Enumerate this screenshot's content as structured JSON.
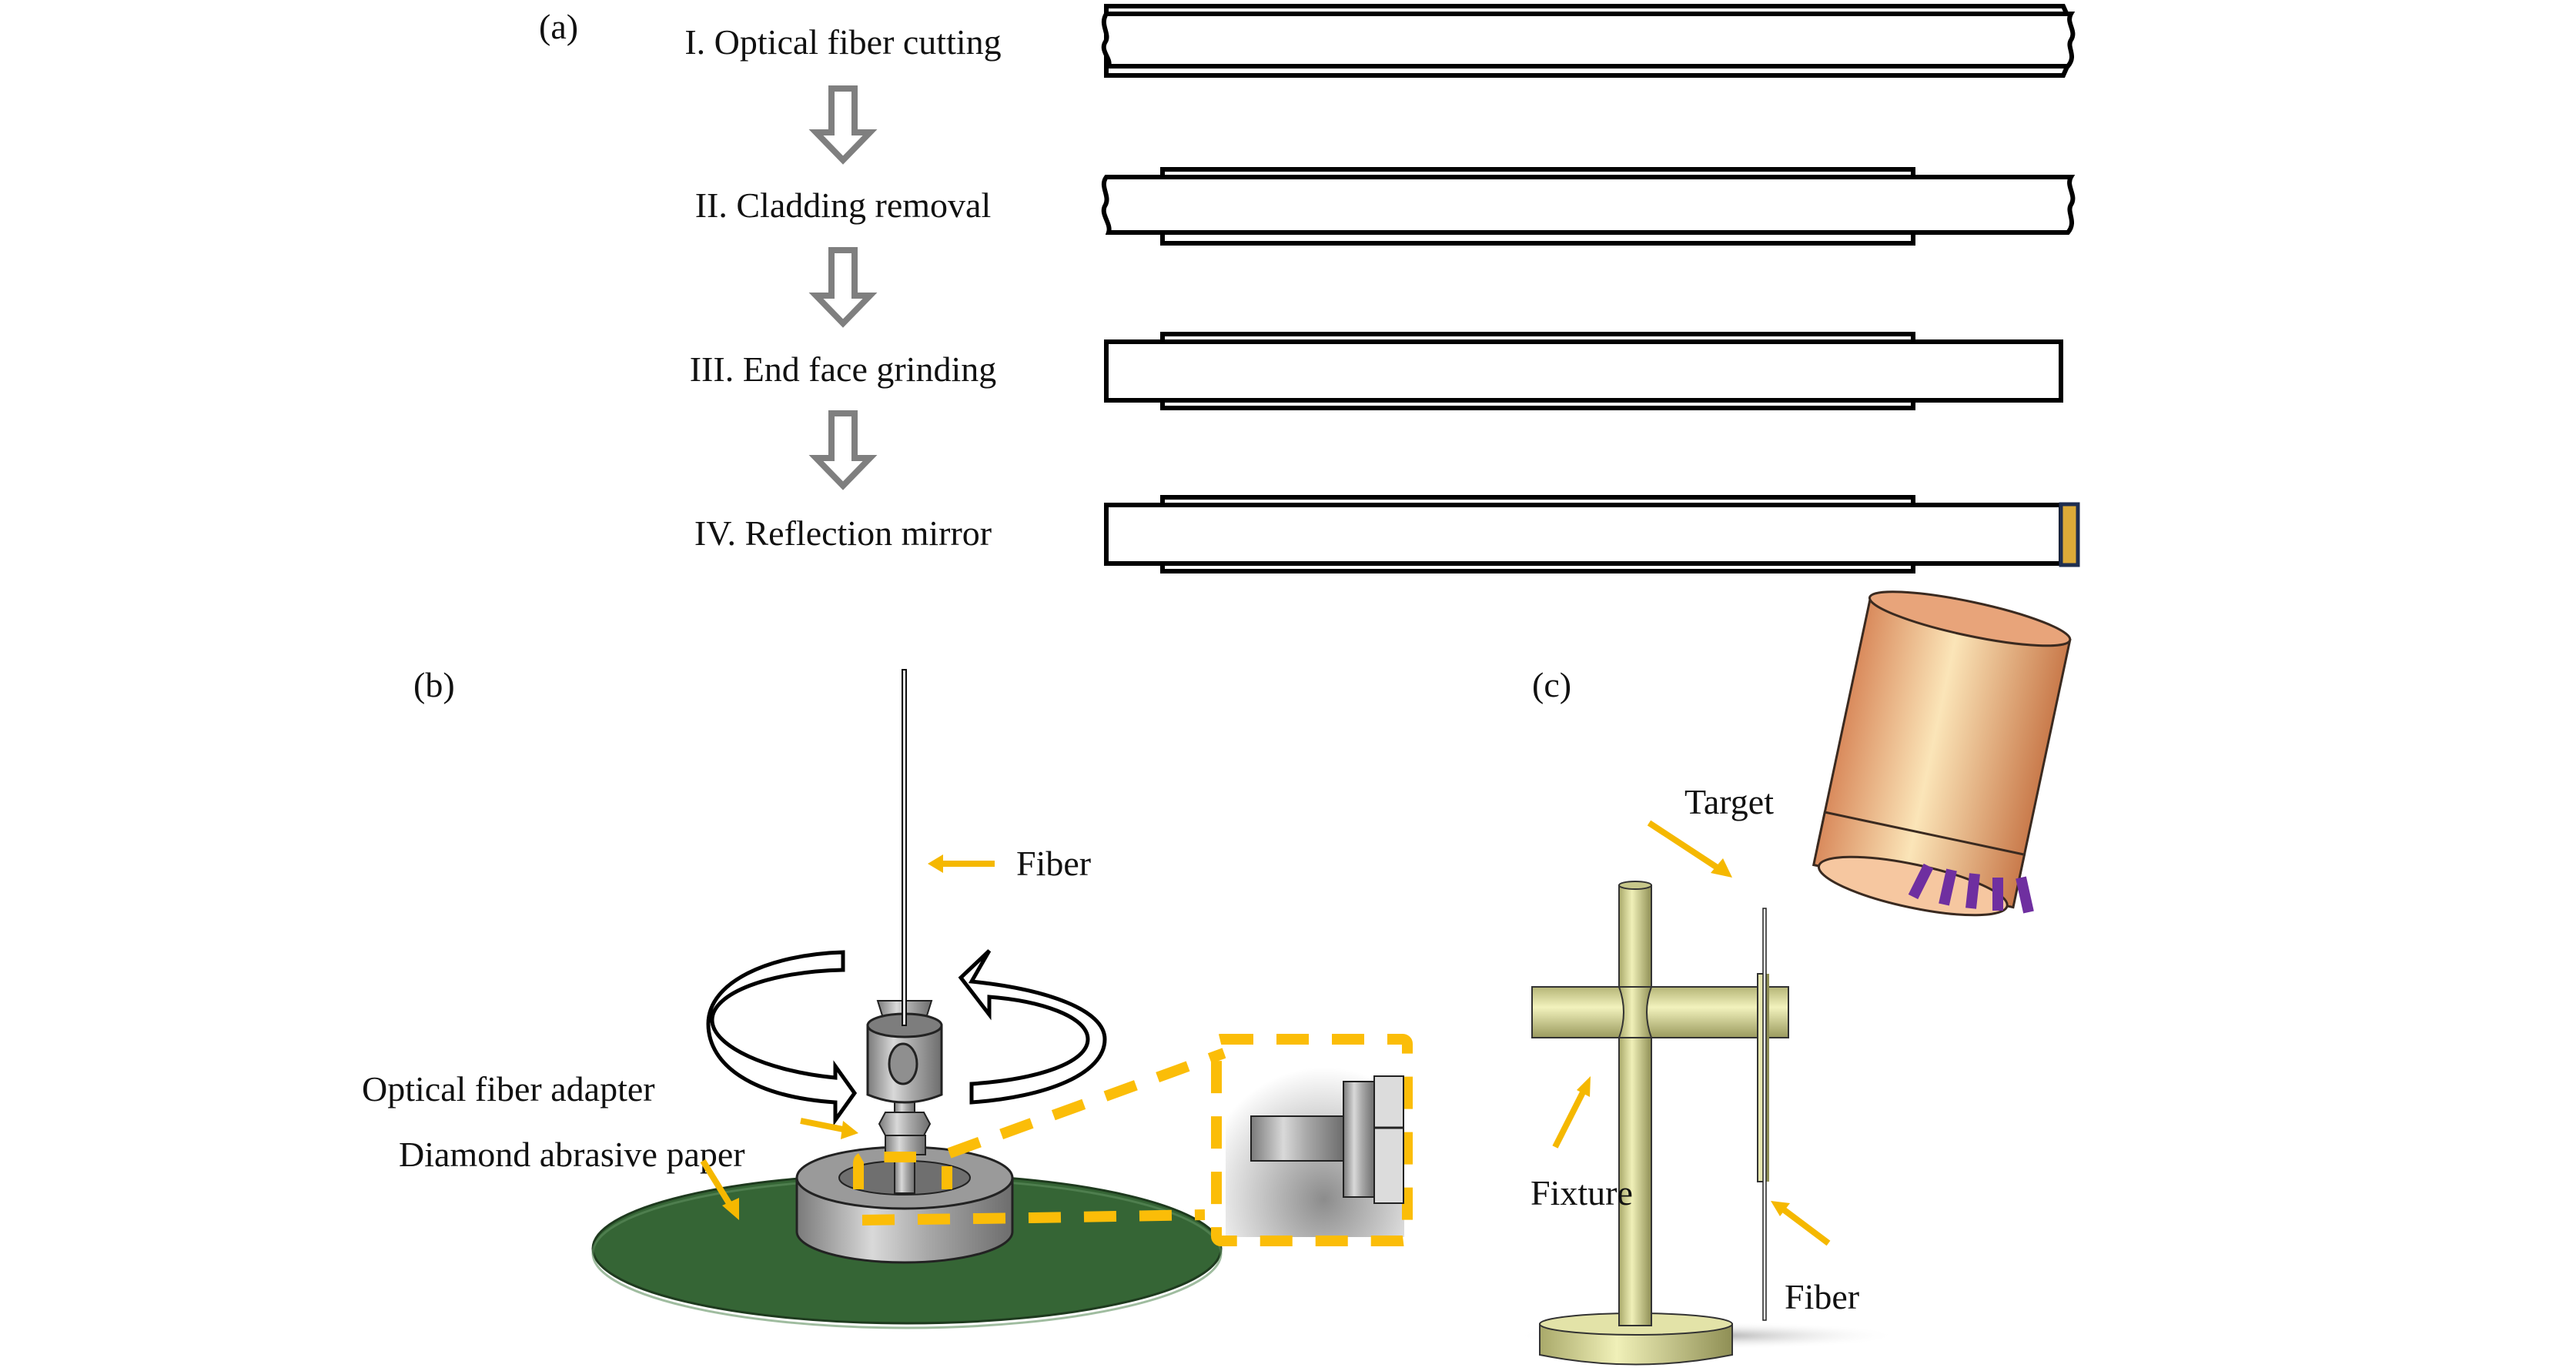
{
  "figure": {
    "panel_a": {
      "label": "(a)",
      "steps": [
        {
          "label": "I. Optical fiber cutting",
          "state": "cleaved fiber with cladding, rough ends"
        },
        {
          "label": "II. Cladding removal",
          "state": "cladding partially stripped, rough ends"
        },
        {
          "label": "III. End face grinding",
          "state": "flat ground end faces"
        },
        {
          "label": "IV. Reflection mirror",
          "state": "mirror coating on right end face"
        }
      ],
      "flow_arrows": 3
    },
    "panel_b": {
      "label": "(b)",
      "callouts": {
        "fiber": "Fiber",
        "adapter": "Optical fiber adapter",
        "paper": "Diamond abrasive paper"
      }
    },
    "panel_c": {
      "label": "(c)",
      "callouts": {
        "target": "Target",
        "fixture": "Fixture",
        "fiber": "Fiber"
      }
    }
  },
  "colors": {
    "callout_arrow": "#f5b800",
    "zoom_box": "#fbbd08",
    "abrasive_paper": "#356535",
    "mirror_fill": "#dcaa38",
    "mirror_border": "#1f2e4f",
    "flow_arrow": "#7f7f7f",
    "target_copper": "#e9a47a",
    "plasma": "#6f2fa0",
    "fixture": "#d8d89a"
  }
}
